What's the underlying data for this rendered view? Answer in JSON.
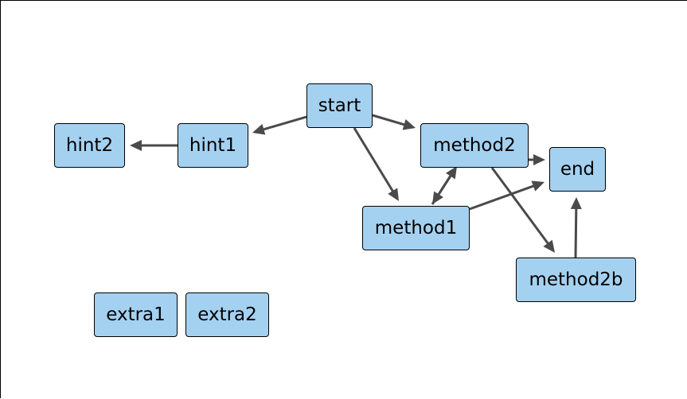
{
  "colors": {
    "node_fill": "#a5d1f1",
    "node_border": "#000000",
    "edge": "#4a4a4a",
    "background": "#ffffff"
  },
  "nodes": {
    "start": "start",
    "hint1": "hint1",
    "hint2": "hint2",
    "method2": "method2",
    "end": "end",
    "method1": "method1",
    "method2b": "method2b",
    "extra1": "extra1",
    "extra2": "extra2"
  },
  "edges": [
    {
      "from": "start",
      "to": "hint1"
    },
    {
      "from": "hint1",
      "to": "hint2"
    },
    {
      "from": "start",
      "to": "method2"
    },
    {
      "from": "start",
      "to": "method1"
    },
    {
      "from": "method2",
      "to": "end"
    },
    {
      "from": "method2",
      "to": "method2b"
    },
    {
      "from": "method2",
      "to": "method1"
    },
    {
      "from": "method1",
      "to": "method2"
    },
    {
      "from": "method1",
      "to": "end"
    },
    {
      "from": "method2b",
      "to": "end"
    }
  ]
}
